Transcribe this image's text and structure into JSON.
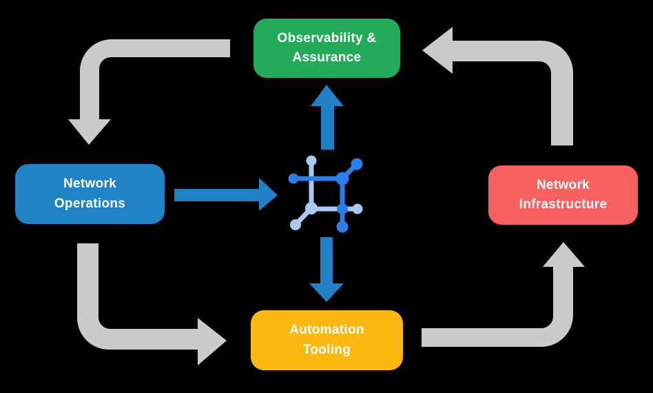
{
  "canvas": {
    "background": "#000000"
  },
  "colors": {
    "flow_arrow_gray": "#CBCBCB",
    "accent_arrow_blue": "#2081C6"
  },
  "nodes": {
    "observability": {
      "label": "Observability &\nAssurance",
      "color": "#23AB5B"
    },
    "operations": {
      "label": "Network\nOperations",
      "color": "#2183C6"
    },
    "infrastructure": {
      "label": "Network\nInfrastructure",
      "color": "#F96161"
    },
    "automation": {
      "label": "Automation\nTooling",
      "color": "#FCB812"
    }
  },
  "icon": {
    "name": "network-chip-icon",
    "dark": "#2C7DE8",
    "light": "#A9C9F3"
  }
}
